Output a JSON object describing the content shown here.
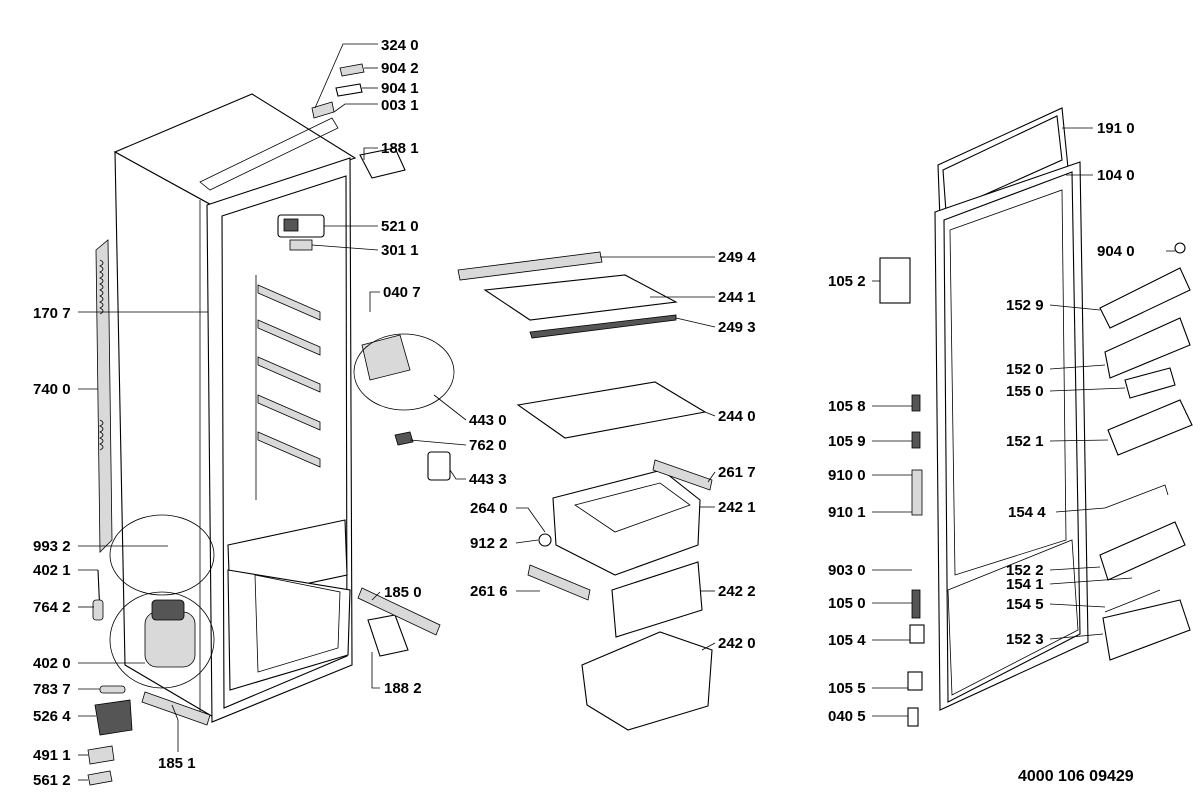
{
  "labels": [
    "324 0",
    "904 2",
    "904 1",
    "003 1",
    "188 1",
    "521 0",
    "301 1",
    "170 7",
    "740 0",
    "040 7",
    "443 0",
    "762 0",
    "443 3",
    "249 4",
    "244 1",
    "249 3",
    "244 0",
    "261 7",
    "264 0",
    "242 1",
    "912 2",
    "261 6",
    "242 2",
    "242 0",
    "185 0",
    "188 2",
    "993 2",
    "402 1",
    "764 2",
    "402 0",
    "783 7",
    "526 4",
    "491 1",
    "561 2",
    "185 1",
    "191 0",
    "104 0",
    "904 0",
    "105 2",
    "152 9",
    "152 0",
    "155 0",
    "105 8",
    "105 9",
    "152 1",
    "910 0",
    "910 1",
    "154 4",
    "903 0",
    "152 2",
    "154 1",
    "154 5",
    "105 0",
    "152 3",
    "105 4",
    "105 5",
    "040 5"
  ],
  "document_number": "4000 106 09429"
}
